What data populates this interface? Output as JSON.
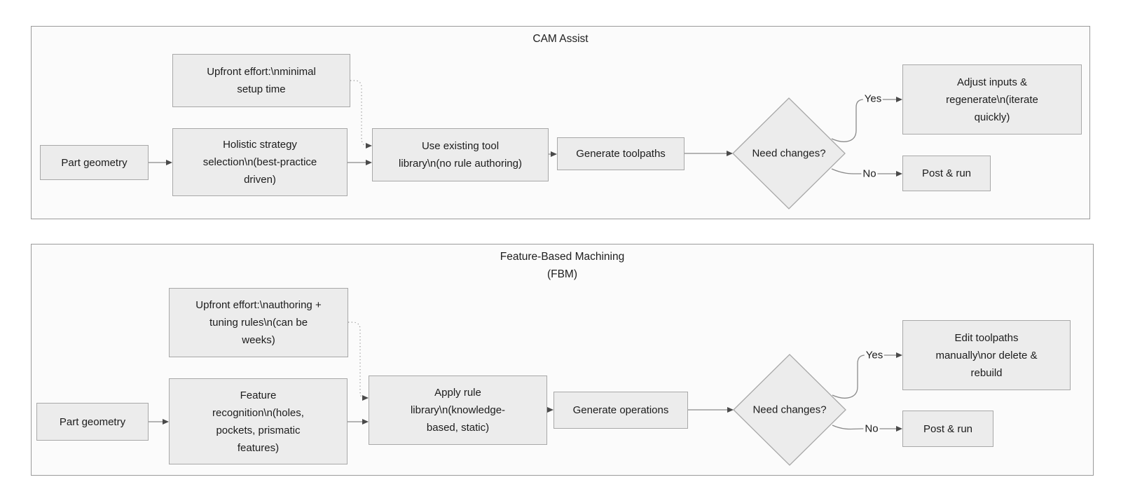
{
  "colors": {
    "page_background": "#ffffff",
    "panel_fill": "#fbfbfb",
    "panel_border": "#9a9a9a",
    "node_fill": "#ececec",
    "node_border": "#a8a8a8",
    "edge_line": "#8a8a8a",
    "arrowhead": "#4a4a4a",
    "text": "#1c1c1c"
  },
  "flowcharts": [
    {
      "id": "cam-assist",
      "title": "CAM Assist",
      "subtitle": "",
      "nodes": [
        {
          "id": "part_geometry",
          "shape": "rect",
          "label": "Part geometry"
        },
        {
          "id": "upfront_effort",
          "shape": "rect",
          "label": "Upfront effort:\\nminimal setup time"
        },
        {
          "id": "holistic_strategy",
          "shape": "rect",
          "label": "Holistic strategy selection\\n(best-practice driven)"
        },
        {
          "id": "use_existing_tool_library",
          "shape": "rect",
          "label": "Use existing tool library\\n(no rule authoring)"
        },
        {
          "id": "generate_toolpaths",
          "shape": "rect",
          "label": "Generate toolpaths"
        },
        {
          "id": "need_changes",
          "shape": "diamond",
          "label": "Need changes?"
        },
        {
          "id": "adjust_inputs",
          "shape": "rect",
          "label": "Adjust inputs & regenerate\\n(iterate quickly)"
        },
        {
          "id": "post_and_run",
          "shape": "rect",
          "label": "Post & run"
        }
      ],
      "edges": [
        {
          "from": "part_geometry",
          "to": "holistic_strategy",
          "style": "solid",
          "label": ""
        },
        {
          "from": "upfront_effort",
          "to": "use_existing_tool_library",
          "style": "dotted",
          "label": ""
        },
        {
          "from": "holistic_strategy",
          "to": "use_existing_tool_library",
          "style": "solid",
          "label": ""
        },
        {
          "from": "use_existing_tool_library",
          "to": "generate_toolpaths",
          "style": "solid",
          "label": ""
        },
        {
          "from": "generate_toolpaths",
          "to": "need_changes",
          "style": "solid",
          "label": ""
        },
        {
          "from": "need_changes",
          "to": "adjust_inputs",
          "style": "solid",
          "label": "Yes"
        },
        {
          "from": "need_changes",
          "to": "post_and_run",
          "style": "solid",
          "label": "No"
        }
      ]
    },
    {
      "id": "fbm",
      "title": "Feature-Based Machining",
      "subtitle": "(FBM)",
      "nodes": [
        {
          "id": "part_geometry",
          "shape": "rect",
          "label": "Part geometry"
        },
        {
          "id": "upfront_effort",
          "shape": "rect",
          "label": "Upfront effort:\\nauthoring + tuning rules\\n(can be weeks)"
        },
        {
          "id": "feature_recognition",
          "shape": "rect",
          "label": "Feature recognition\\n(holes, pockets, prismatic features)"
        },
        {
          "id": "apply_rule_library",
          "shape": "rect",
          "label": "Apply rule library\\n(knowledge-based, static)"
        },
        {
          "id": "generate_operations",
          "shape": "rect",
          "label": "Generate operations"
        },
        {
          "id": "need_changes",
          "shape": "diamond",
          "label": "Need changes?"
        },
        {
          "id": "edit_toolpaths",
          "shape": "rect",
          "label": "Edit toolpaths manually\\nor delete & rebuild"
        },
        {
          "id": "post_and_run",
          "shape": "rect",
          "label": "Post & run"
        }
      ],
      "edges": [
        {
          "from": "part_geometry",
          "to": "feature_recognition",
          "style": "solid",
          "label": ""
        },
        {
          "from": "upfront_effort",
          "to": "apply_rule_library",
          "style": "dotted",
          "label": ""
        },
        {
          "from": "feature_recognition",
          "to": "apply_rule_library",
          "style": "solid",
          "label": ""
        },
        {
          "from": "apply_rule_library",
          "to": "generate_operations",
          "style": "solid",
          "label": ""
        },
        {
          "from": "generate_operations",
          "to": "need_changes",
          "style": "solid",
          "label": ""
        },
        {
          "from": "need_changes",
          "to": "edit_toolpaths",
          "style": "solid",
          "label": "Yes"
        },
        {
          "from": "need_changes",
          "to": "post_and_run",
          "style": "solid",
          "label": "No"
        }
      ]
    }
  ]
}
